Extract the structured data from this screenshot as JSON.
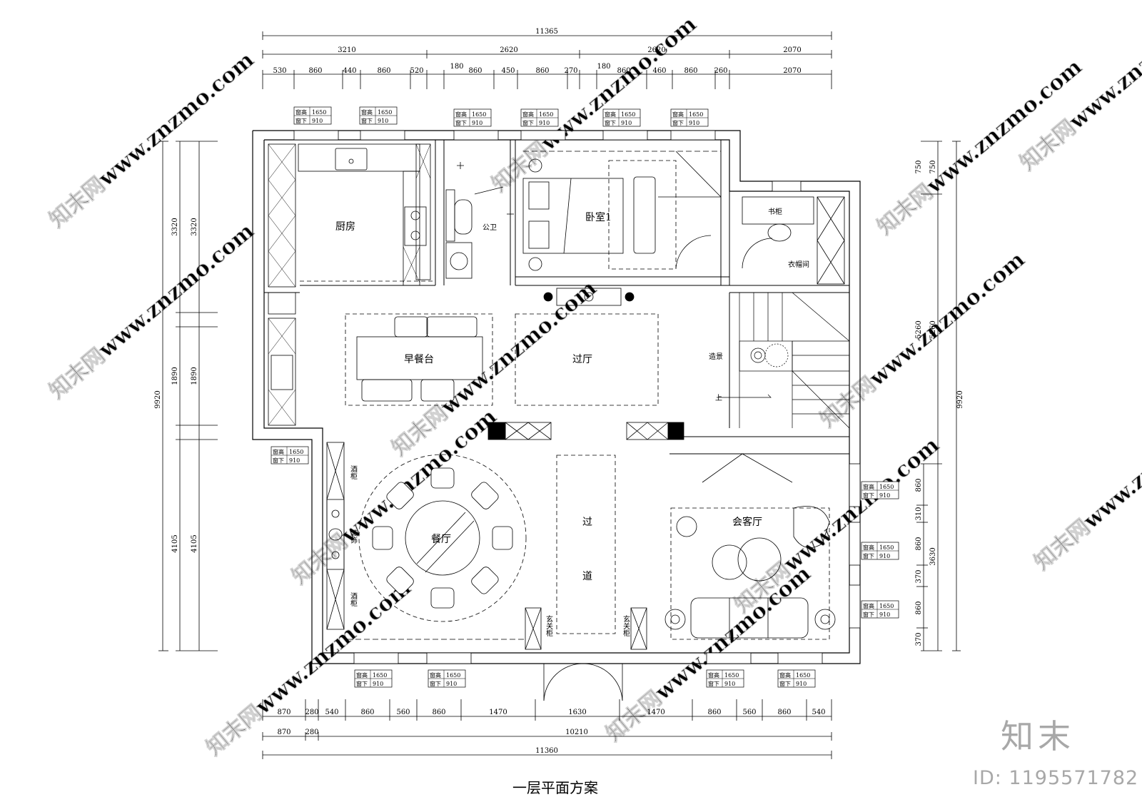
{
  "drawing": {
    "title": "一层平面方案",
    "brand": "知末",
    "id_label": "ID: 1195571782",
    "watermark": "知末网www.znzmo.com"
  },
  "dimensions": {
    "top_total": "11365",
    "top_segments": [
      "3210",
      "2620",
      "2620",
      "2070"
    ],
    "top_details": [
      "530",
      "860",
      "440",
      "860",
      "520",
      "180",
      "860",
      "450",
      "860",
      "270",
      "180",
      "860",
      "460",
      "860",
      "260",
      "2070"
    ],
    "bottom_details": [
      "870",
      "280",
      "540",
      "860",
      "560",
      "860",
      "1470",
      "1630",
      "1470",
      "860",
      "560",
      "860",
      "540"
    ],
    "bottom_mid": [
      "870",
      "280",
      "10210"
    ],
    "bottom_total": "11360",
    "left_outer": "9920",
    "left_segments": [
      "3320",
      "1890",
      "4105"
    ],
    "left_inner": [
      "3320",
      "1890",
      "4105"
    ],
    "right_outer": "9920",
    "right_segments": [
      "750",
      "5260",
      "3630"
    ],
    "right_details": [
      "750",
      "5260",
      "860",
      "310",
      "860",
      "370",
      "860",
      "370"
    ]
  },
  "rooms": {
    "kitchen": "厨房",
    "toilet": "公卫",
    "bedroom": "卧室1",
    "storage": "书柜",
    "cloakroom": "衣帽间",
    "breakfast": "早餐台",
    "hall": "过厅",
    "scenery": "造景",
    "stairs_up": "上",
    "dining": "餐厅",
    "corridor_1": "过",
    "corridor_2": "道",
    "reception": "会客厅",
    "entry_cabinet_v": "玄关柜",
    "wine_cabinet_top": "酒柜",
    "decor_cabinet": "装饰",
    "wine_cabinet_bottom": "酒柜"
  },
  "window_tag": {
    "height_label": "窗高",
    "height_value": "1650",
    "sill_label": "窗下",
    "sill_value": "910"
  }
}
